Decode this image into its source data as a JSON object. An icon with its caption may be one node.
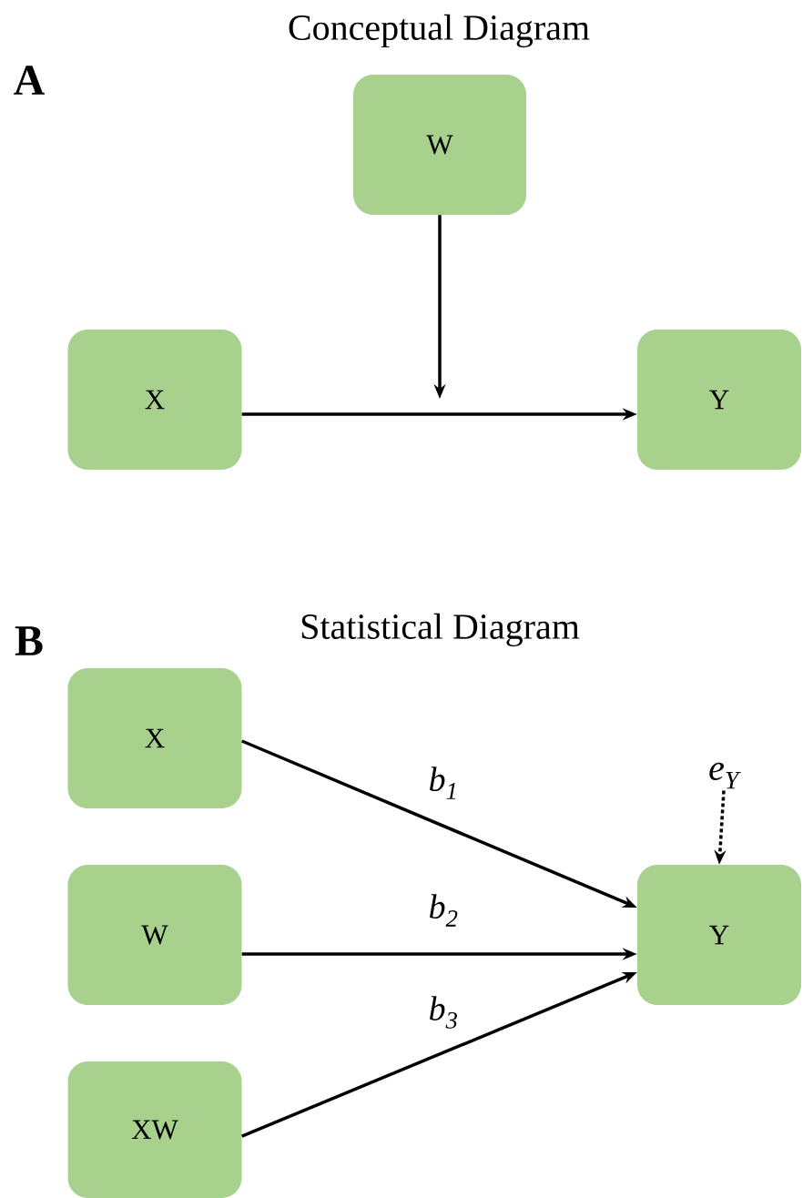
{
  "diagram": {
    "nodes": [
      {
        "text": [
          "W"
        ]
      },
      {
        "text": [
          "X"
        ]
      },
      {
        "text": [
          "Y"
        ]
      },
      {
        "text": [
          "X"
        ]
      },
      {
        "text": [
          "W"
        ]
      },
      {
        "text": [
          "XW"
        ]
      },
      {
        "text": [
          "Y"
        ]
      },
      {
        "text": [
          "e$_{Y}$"
        ]
      }
    ],
    "edges": [
      {
        "from": 1,
        "to": 2,
        "arrow": "to"
      },
      {
        "from": 0,
        "to": null,
        "arrow": "to"
      },
      {
        "from": 3,
        "to": 6,
        "arrow": "to",
        "label": "b$_{1}$"
      },
      {
        "from": 4,
        "to": 6,
        "arrow": "to",
        "label": "b$_{2}$"
      },
      {
        "from": 5,
        "to": 6,
        "arrow": "to",
        "label": "b$_{3}$"
      },
      {
        "from": 7,
        "to": 6,
        "arrow": "to",
        "style": "dashed"
      }
    ],
    "labels": [
      "A",
      "Conceptual Diagram",
      "B",
      "Statistical Diagram"
    ]
  }
}
